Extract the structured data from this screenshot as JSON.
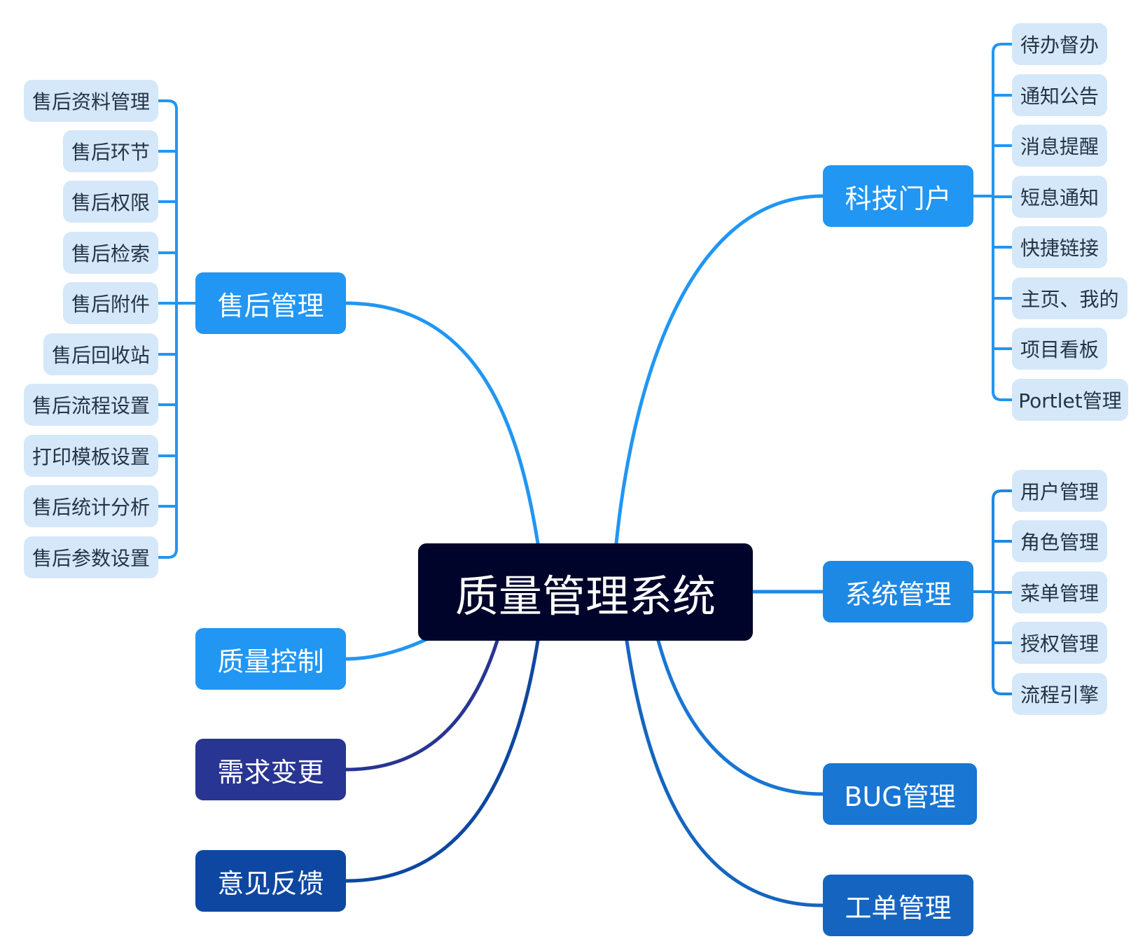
{
  "colors": {
    "root_bg": "#00042a",
    "branch_blue": "#2196f3",
    "branch_mid_blue": "#1e88e5",
    "branch_deep_blue": "#1976d2",
    "branch_indigo": "#283593",
    "branch_navy": "#0d47a1",
    "leaf_bg": "#d5e8f9",
    "leaf_text": "#233446"
  },
  "root": {
    "label": "质量管理系统"
  },
  "left_branches": [
    {
      "id": "after-sales",
      "label": "售后管理",
      "color": "#2196f3",
      "children": [
        "售后资料管理",
        "售后环节",
        "售后权限",
        "售后检索",
        "售后附件",
        "售后回收站",
        "售后流程设置",
        "打印模板设置",
        "售后统计分析",
        "售后参数设置"
      ]
    },
    {
      "id": "quality-control",
      "label": "质量控制",
      "color": "#2196f3",
      "children": []
    },
    {
      "id": "requirement-change",
      "label": "需求变更",
      "color": "#283593",
      "children": []
    },
    {
      "id": "feedback",
      "label": "意见反馈",
      "color": "#0d47a1",
      "children": []
    }
  ],
  "right_branches": [
    {
      "id": "tech-portal",
      "label": "科技门户",
      "color": "#2196f3",
      "children": [
        "待办督办",
        "通知公告",
        "消息提醒",
        "短息通知",
        "快捷链接",
        "主页、我的",
        "项目看板",
        "Portlet管理"
      ]
    },
    {
      "id": "system-management",
      "label": "系统管理",
      "color": "#1e88e5",
      "children": [
        "用户管理",
        "角色管理",
        "菜单管理",
        "授权管理",
        "流程引擎"
      ]
    },
    {
      "id": "bug-management",
      "label": "BUG管理",
      "color": "#1976d2",
      "children": []
    },
    {
      "id": "work-order-management",
      "label": "工单管理",
      "color": "#1565c0",
      "children": []
    }
  ]
}
